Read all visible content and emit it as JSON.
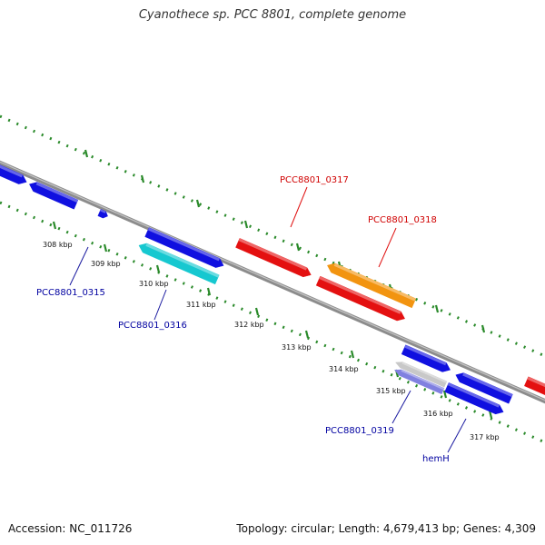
{
  "title": "Cyanothece sp. PCC 8801, complete genome",
  "footer": {
    "accession": "Accession: NC_011726",
    "summary": "Topology: circular; Length: 4,679,413 bp; Genes: 4,309"
  },
  "colors": {
    "blue": "#1010e0",
    "red": "#e41010",
    "orange": "#f29410",
    "cyan": "#16c8d0",
    "lavender": "#8080e0",
    "silver": "#c8c8c8",
    "backbone": "#8c8c8c",
    "dotted_track": "#2a8a2a",
    "label_blue": "#0000a0",
    "label_red": "#d00000"
  },
  "scale_ticks": [
    "308 kbp",
    "309 kbp",
    "310 kbp",
    "311 kbp",
    "312 kbp",
    "313 kbp",
    "314 kbp",
    "315 kbp",
    "316 kbp",
    "317 kbp"
  ],
  "gene_labels": [
    {
      "text": "PCC8801_0315",
      "color": "blue"
    },
    {
      "text": "PCC8801_0316",
      "color": "blue"
    },
    {
      "text": "PCC8801_0317",
      "color": "red"
    },
    {
      "text": "PCC8801_0318",
      "color": "red"
    },
    {
      "text": "PCC8801_0319",
      "color": "blue"
    },
    {
      "text": "hemH",
      "color": "blue"
    }
  ]
}
